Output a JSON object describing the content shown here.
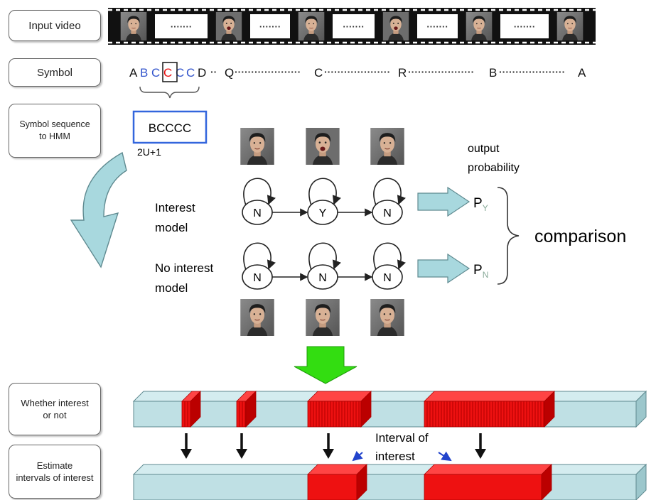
{
  "labels": {
    "input_video": "Input video",
    "symbol": "Symbol",
    "symbol_to_hmm": [
      "Symbol sequence",
      "to HMM"
    ],
    "whether_interest": [
      "Whether interest",
      "or not"
    ],
    "estimate_intervals": [
      "Estimate",
      "intervals of interest"
    ]
  },
  "film": {
    "dots": "·······"
  },
  "symbol_row": {
    "letters": [
      "A",
      "B",
      "C",
      "C",
      "C",
      "C",
      "D"
    ],
    "boxed_letter": "C",
    "rest": [
      {
        "sep": "··",
        "sym": "Q"
      },
      {
        "sep": "····················",
        "sym": "C"
      },
      {
        "sep": "····················",
        "sym": "R"
      },
      {
        "sep": "····················",
        "sym": "B"
      },
      {
        "sep": "····················",
        "sym": "A"
      }
    ]
  },
  "hmm_input": {
    "sequence": "BCCCC",
    "length": "2U+1"
  },
  "models": {
    "interest": {
      "label": [
        "Interest",
        "model"
      ],
      "states": [
        "N",
        "Y",
        "N"
      ],
      "prob_main": "P",
      "prob_sub": "Y"
    },
    "no_interest": {
      "label": [
        "No interest",
        "model"
      ],
      "states": [
        "N",
        "N",
        "N"
      ],
      "prob_main": "P",
      "prob_sub": "N"
    }
  },
  "output_probability": [
    "output",
    "probability"
  ],
  "comparison": "comparison",
  "interval_of_interest": [
    "Interval of",
    "interest"
  ],
  "colors": {
    "bar": "#bfe0e4",
    "bar_edge": "#5f8a90",
    "interest": "#ee1111",
    "arrow_green": "#33dd11",
    "arrow_teal": "#a8d8de",
    "frame_blue": "#3366dd"
  }
}
